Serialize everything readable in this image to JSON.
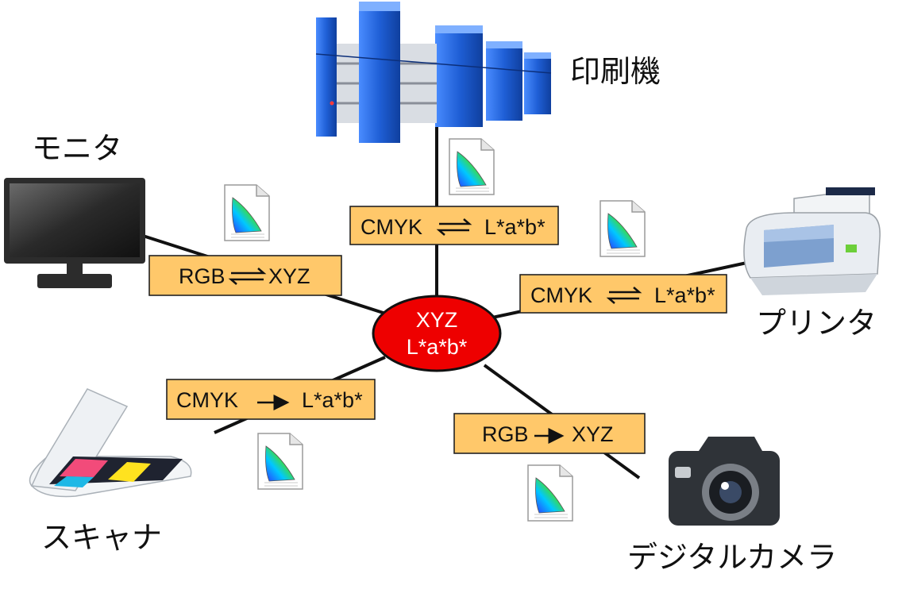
{
  "hub": {
    "line1": "XYZ",
    "line2": "L*a*b*",
    "color": "#ee0000"
  },
  "devices": {
    "printing_press": "印刷機",
    "monitor": "モニタ",
    "printer": "プリンタ",
    "scanner": "スキャナ",
    "camera": "デジタルカメラ"
  },
  "conversions": {
    "printing_press": {
      "left": "CMYK",
      "right": "L*a*b*",
      "direction": "bidirectional"
    },
    "monitor": {
      "left": "RGB",
      "right": "XYZ",
      "direction": "bidirectional"
    },
    "printer": {
      "left": "CMYK",
      "right": "L*a*b*",
      "direction": "bidirectional"
    },
    "scanner": {
      "left": "CMYK",
      "right": "L*a*b*",
      "direction": "forward"
    },
    "camera": {
      "left": "RGB",
      "right": "XYZ",
      "direction": "forward"
    }
  },
  "colors": {
    "box_fill": "#ffc86a",
    "server_blue": "#1f5fd6",
    "hub_red": "#ee0000"
  },
  "icons": [
    "server-icon",
    "monitor-icon",
    "printer-icon",
    "scanner-icon",
    "camera-icon",
    "icc-profile-icon"
  ]
}
